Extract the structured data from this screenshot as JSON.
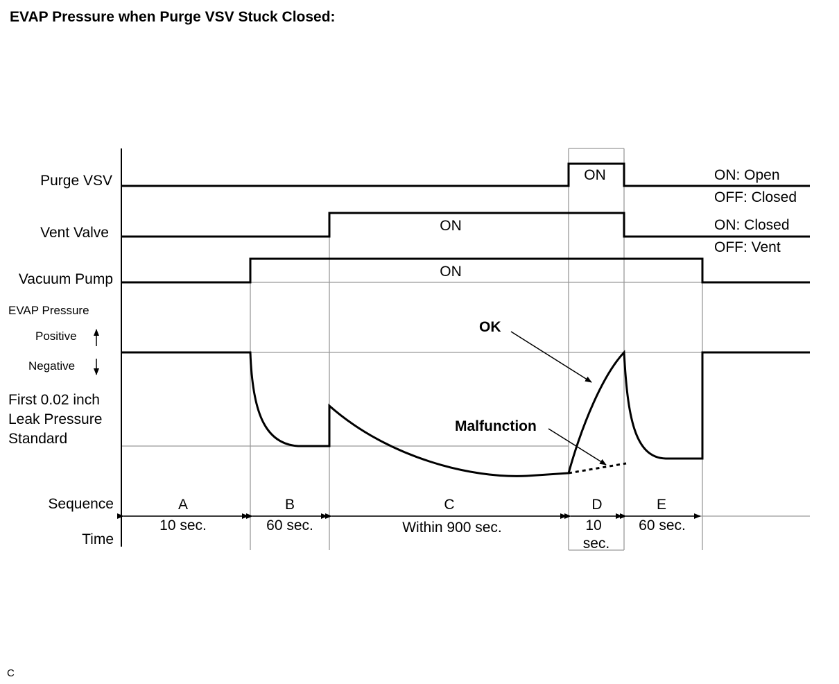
{
  "title": "EVAP Pressure when Purge VSV Stuck Closed:",
  "footer": "C",
  "signals": {
    "purge_vsv": {
      "label": "Purge VSV",
      "on_text": "ON",
      "legend_on": "ON: Open",
      "legend_off": "OFF: Closed"
    },
    "vent_valve": {
      "label": "Vent Valve",
      "on_text": "ON",
      "legend_on": "ON: Closed",
      "legend_off": "OFF: Vent"
    },
    "vacuum_pump": {
      "label": "Vacuum Pump",
      "on_text": "ON"
    }
  },
  "pressure": {
    "label": "EVAP Pressure",
    "positive": "Positive",
    "negative": "Negative",
    "standard_line1": "First 0.02 inch",
    "standard_line2": "Leak Pressure",
    "standard_line3": "Standard",
    "ok_label": "OK",
    "malfunction_label": "Malfunction"
  },
  "sequence": {
    "row_label": "Sequence",
    "time_label": "Time",
    "steps": [
      {
        "letter": "A",
        "time": "10 sec."
      },
      {
        "letter": "B",
        "time": "60 sec."
      },
      {
        "letter": "C",
        "time": "Within 900 sec."
      },
      {
        "letter": "D",
        "time_line1": "10",
        "time_line2": "sec."
      },
      {
        "letter": "E",
        "time": "60 sec."
      }
    ]
  },
  "colors": {
    "line": "#000000",
    "guide": "#999999"
  }
}
